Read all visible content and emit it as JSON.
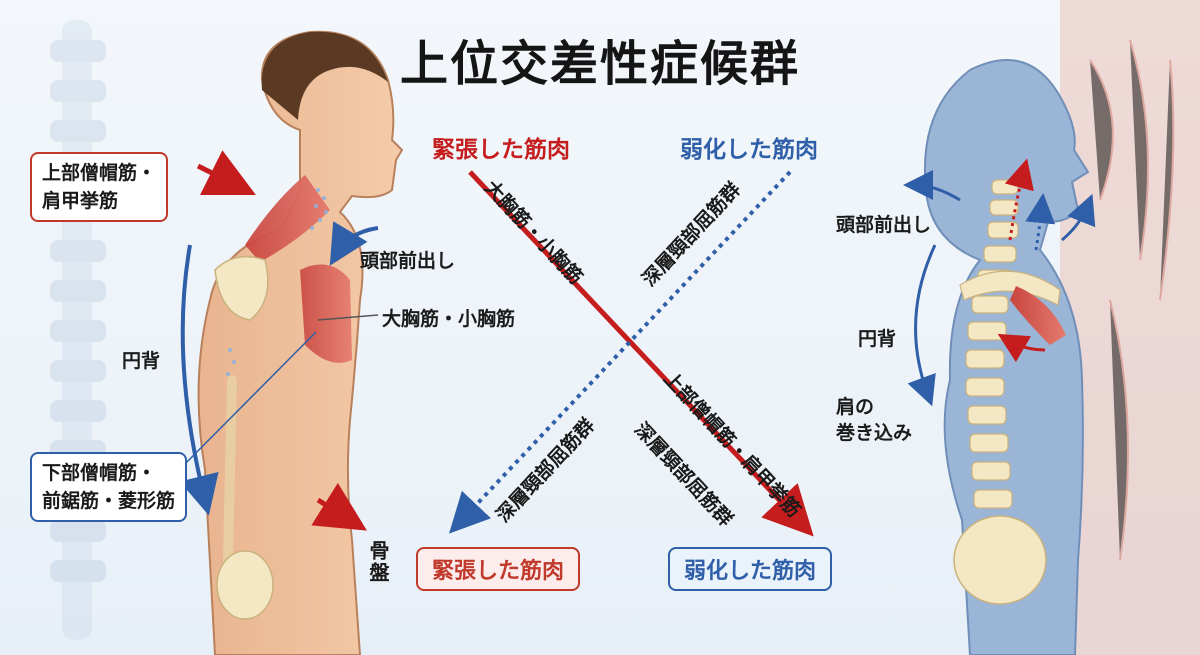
{
  "title": "上位交差性症候群",
  "center": {
    "tense_header": "緊張した筋肉",
    "weak_header": "弱化した筋肉",
    "tense_footer": "緊張した筋肉",
    "weak_footer": "弱化した筋肉",
    "red_line_upper": "大胸筋・小胸筋",
    "red_line_lower": "上部僧帽筋・肩甲挙筋",
    "blue_line_upper": "深層頸部屈筋群",
    "blue_line_lower": "深層頸部屈筋群",
    "lower_right_extra": "深層頸部屈筋群"
  },
  "left_figure": {
    "box_upper": [
      "上部僧帽筋・",
      "肩甲挙筋"
    ],
    "box_lower": [
      "下部僧帽筋・",
      "前鋸筋・菱形筋"
    ],
    "head_forward": "頭部前出し",
    "pectorals": "大胸筋・小胸筋",
    "round_back": "円背",
    "pelvis": "骨盤"
  },
  "right_figure": {
    "head_forward": "頭部前出し",
    "round_back": "円背",
    "shoulder_roll": [
      "肩の",
      "巻き込み"
    ]
  },
  "colors": {
    "tense": "#c51d1d",
    "weak": "#2f5fa8"
  }
}
